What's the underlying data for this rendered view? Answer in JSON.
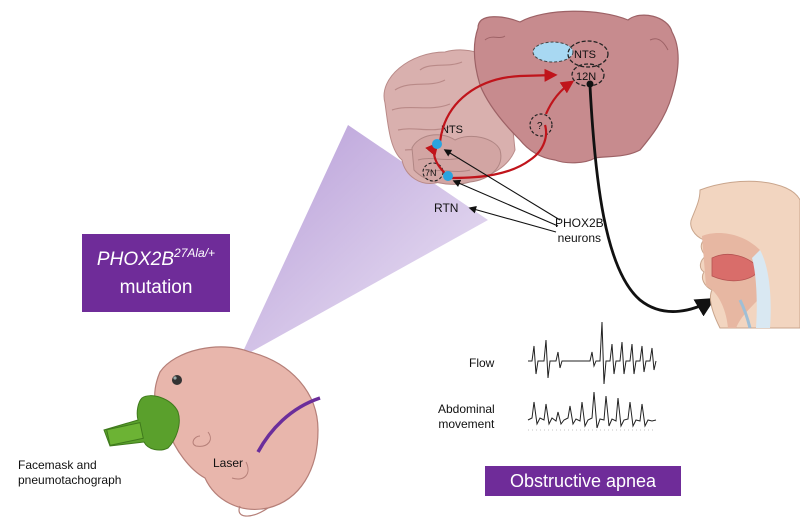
{
  "mutation_box": {
    "gene": "PHOX2B",
    "allele": "27Ala/+",
    "word": "mutation"
  },
  "brain_labels": {
    "nts_pons": "NTS",
    "seven_n": "7N",
    "rtn": "RTN",
    "nts_medulla": "NTS",
    "twelve_n": "12N",
    "unknown": "?"
  },
  "phox2b_label": {
    "line1": "PHOX2B",
    "line2": "neurons"
  },
  "traces": {
    "flow": "Flow",
    "abdominal_line1": "Abdominal",
    "abdominal_line2": "movement"
  },
  "apnea_box": {
    "label": "Obstructive apnea"
  },
  "pup_labels": {
    "facemask_line1": "Facemask and",
    "facemask_line2": "pneumotachograph",
    "laser": "Laser"
  },
  "colors": {
    "purple": "#6f2c99",
    "pathway_red": "#c0141b",
    "neuron_blue": "#2aa4e0",
    "brainstem": "#c78b8e",
    "brain": "#d9b0ae",
    "mask_green": "#5aa02c",
    "pup_skin": "#e8b6ac"
  },
  "icons": [
    "brain",
    "brainstem",
    "mouse-pup",
    "human-head-profile",
    "facemask",
    "laser-fiber"
  ]
}
